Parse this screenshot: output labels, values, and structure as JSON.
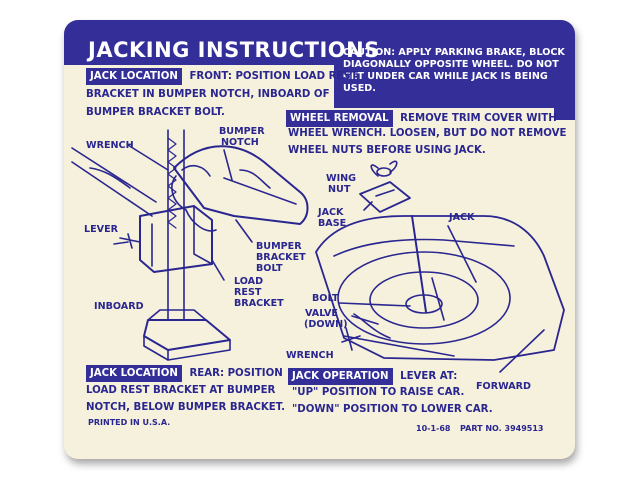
{
  "title": "JACKING INSTRUCTIONS",
  "caution": "CAUTION: APPLY PARKING BRAKE, BLOCK DIAGONALLY OPPOSITE WHEEL. DO NOT GET UNDER CAR WHILE JACK IS BEING USED.",
  "jack_location_front": {
    "tag": "JACK LOCATION",
    "line1": "FRONT: POSITION LOAD REST",
    "line2": "BRACKET IN BUMPER NOTCH, INBOARD OF",
    "line3": "BUMPER BRACKET BOLT."
  },
  "wheel_removal": {
    "tag": "WHEEL REMOVAL",
    "line1": "REMOVE TRIM COVER WITH",
    "line2": "WHEEL WRENCH. LOOSEN, BUT DO NOT REMOVE",
    "line3": "WHEEL NUTS BEFORE USING JACK."
  },
  "jack_location_rear": {
    "tag": "JACK LOCATION",
    "line1": "REAR: POSITION",
    "line2": "LOAD REST BRACKET AT BUMPER",
    "line3": "NOTCH, BELOW BUMPER BRACKET."
  },
  "jack_operation": {
    "tag": "JACK OPERATION",
    "line1": "LEVER AT:",
    "line2": "\"UP\" POSITION TO RAISE CAR.",
    "line3": "\"DOWN\" POSITION TO LOWER CAR."
  },
  "labels": {
    "wrench_left": "WRENCH",
    "bumper_notch_1": "BUMPER",
    "bumper_notch_2": "NOTCH",
    "lever": "LEVER",
    "bumper_bracket_bolt_1": "BUMPER",
    "bumper_bracket_bolt_2": "BRACKET",
    "bumper_bracket_bolt_3": "BOLT",
    "load_rest_bracket_1": "LOAD",
    "load_rest_bracket_2": "REST",
    "load_rest_bracket_3": "BRACKET",
    "inboard": "INBOARD",
    "wing_nut_1": "WING",
    "wing_nut_2": "NUT",
    "jack_base_1": "JACK",
    "jack_base_2": "BASE",
    "jack": "JACK",
    "bolt": "BOLT",
    "valve_1": "VALVE",
    "valve_2": "(DOWN)",
    "wrench_right": "WRENCH",
    "forward": "FORWARD"
  },
  "footer": {
    "printed": "PRINTED IN U.S.A.",
    "date": "10-1-68",
    "part": "PART NO. 3949513"
  },
  "colors": {
    "ink": "#2a2690",
    "band": "#342e98",
    "paper": "#f6f1dc"
  }
}
